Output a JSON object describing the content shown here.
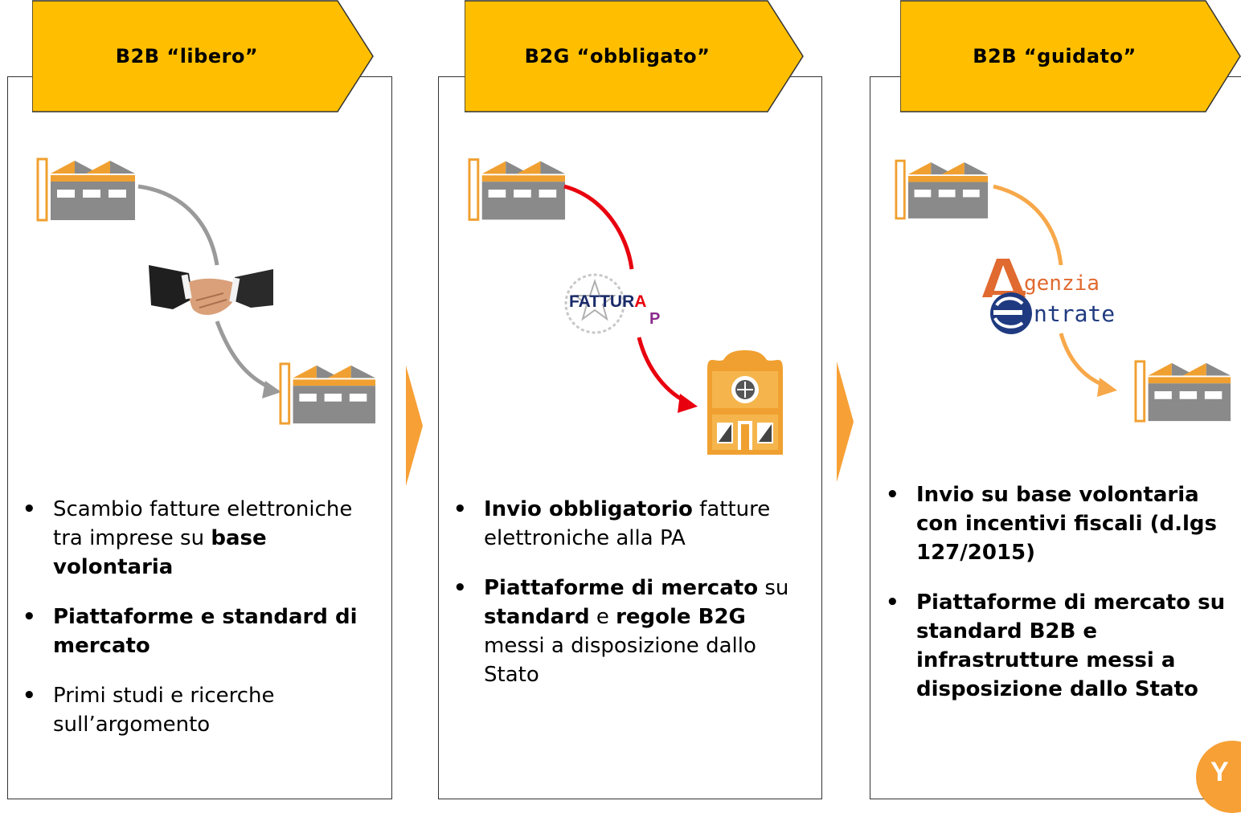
{
  "panels": [
    {
      "title": "B2B “libero”",
      "middle_icon": "handshake-icon",
      "bullets": [
        {
          "p1": "Scambio fatture elettroniche tra imprese su ",
          "b1": "base volontaria",
          "p2": "",
          "b2": "",
          "p3": "",
          "b3": "",
          "p4": ""
        },
        {
          "p1": "",
          "b1": "Piattaforme e standard di mercato",
          "p2": "",
          "b2": "",
          "p3": "",
          "b3": "",
          "p4": ""
        },
        {
          "p1": "Primi studi e ricerche sull’argomento",
          "b1": "",
          "p2": "",
          "b2": "",
          "p3": "",
          "b3": "",
          "p4": ""
        }
      ]
    },
    {
      "title": "B2G “obbligato”",
      "middle_icon": "fattura-pa-logo",
      "logo_text": {
        "main": "FATTUR",
        "a": "A",
        "p": "P"
      },
      "bullets": [
        {
          "p1": "",
          "b1": "Invio obbligatorio",
          "p2": " fatture elettroniche alla PA",
          "b2": "",
          "p3": "",
          "b3": "",
          "p4": ""
        },
        {
          "p1": "",
          "b1": "Piattaforme di mercato",
          "p2": " su ",
          "b2": "standard",
          "p3": " e ",
          "b3": "regole B2G",
          "p4": " messi a disposizione dallo Stato"
        }
      ]
    },
    {
      "title": "B2B “guidato”",
      "middle_icon": "agenzia-entrate-logo",
      "logo_text": {
        "line1": "genzia",
        "line2": "ntrate"
      },
      "bullets": [
        {
          "p1": "",
          "b1": "Invio su base volontaria con incentivi fiscali (d.lgs 127/2015)",
          "p2": "",
          "b2": "",
          "p3": "",
          "b3": "",
          "p4": ""
        },
        {
          "p1": "",
          "b1": "Piattaforme di mercato su standard B2B e infrastrutture messi a disposizione dallo Stato",
          "p2": "",
          "b2": "",
          "p3": "",
          "b3": "",
          "p4": ""
        }
      ]
    }
  ],
  "bullet_char": "•",
  "corner_badge": "Y",
  "colors": {
    "banner": "#FFBF00",
    "separator": "#F7A035",
    "factory_orange": "#F0A030",
    "factory_gray": "#8A8A8A",
    "arrow_gray": "#9A9A9A",
    "arrow_red": "#E8000E",
    "arrow_orange": "#F7A84A"
  }
}
